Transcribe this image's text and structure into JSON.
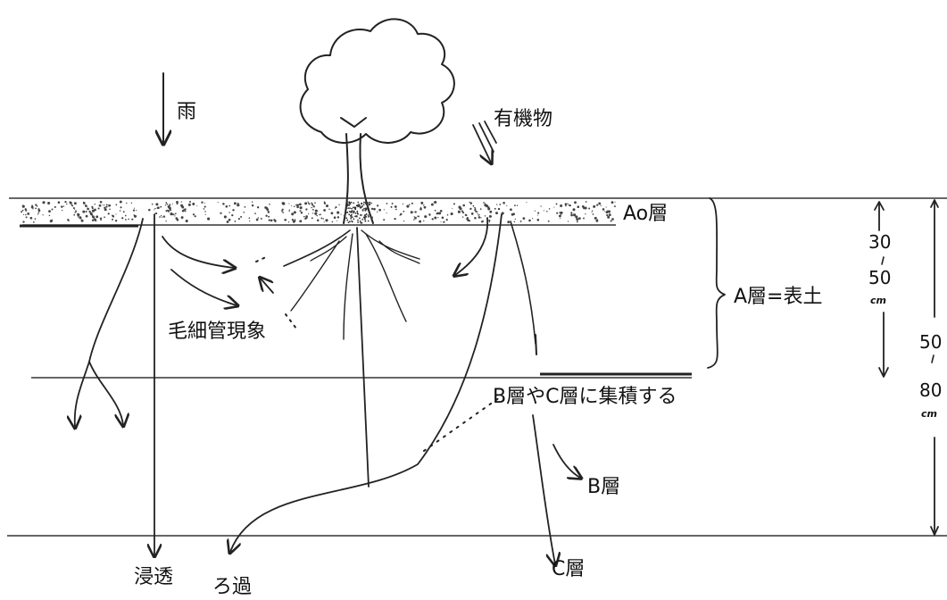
{
  "labels": {
    "rain": "雨",
    "organic_matter": "有機物",
    "a0_layer": "Ao層",
    "a_layer_topsoil": "A層=表土",
    "capillary": "毛細管現象",
    "accumulate": "B層やC層に集積する",
    "b_layer": "B層",
    "c_layer": "C層",
    "infiltration": "浸透",
    "filtration": "ろ過"
  },
  "depths": {
    "a_top": "30",
    "a_bottom": "50",
    "a_unit": "cm",
    "total_top": "50",
    "total_bottom": "80",
    "total_unit": "cm"
  }
}
